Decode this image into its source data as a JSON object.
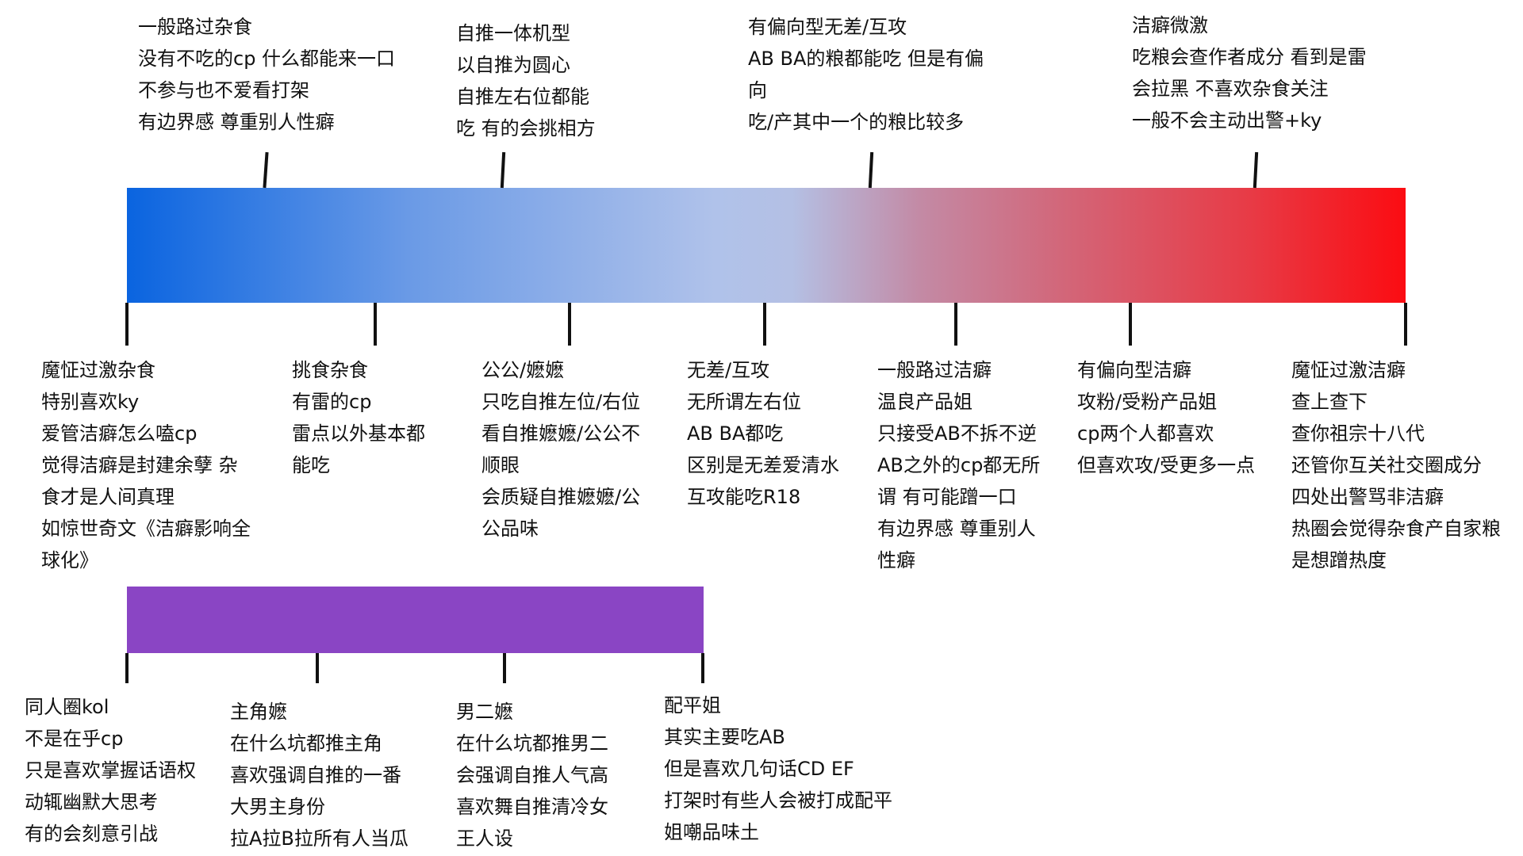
{
  "top_labels": [
    {
      "lines": [
        "一般路过杂食",
        "没有不吃的cp 什么都能来一口",
        "不参与也不爱看打架",
        "有边界感 尊重别人性癖"
      ]
    },
    {
      "lines": [
        "自推一体机型",
        "以自推为圆心",
        "自推左右位都能",
        "吃  有的会挑相方"
      ]
    },
    {
      "lines": [
        "有偏向型无差/互攻",
        "AB BA的粮都能吃  但是有偏",
        "向",
        "吃/产其中一个的粮比较多"
      ]
    },
    {
      "lines": [
        "洁癖微激",
        "吃粮会查作者成分 看到是雷",
        "会拉黑  不喜欢杂食关注",
        "一般不会主动出警+ky"
      ]
    }
  ],
  "bottom_labels": [
    {
      "lines": [
        "魔怔过激杂食",
        "特别喜欢ky",
        "爱管洁癖怎么嗑cp",
        "觉得洁癖是封建余孽 杂",
        "食才是人间真理",
        "如惊世奇文《洁癖影响全",
        "球化》"
      ]
    },
    {
      "lines": [
        "挑食杂食",
        "有雷的cp",
        "雷点以外基本都",
        "能吃"
      ]
    },
    {
      "lines": [
        "公公/嬷嬷",
        "只吃自推左位/右位",
        "看自推嬷嬷/公公不",
        "顺眼",
        "会质疑自推嬷嬷/公",
        "公品味"
      ]
    },
    {
      "lines": [
        "无差/互攻",
        "无所谓左右位",
        "AB BA都吃",
        "区别是无差爱清水",
        "互攻能吃R18"
      ]
    },
    {
      "lines": [
        "一般路过洁癖",
        "温良产品姐",
        "只接受AB不拆不逆",
        "AB之外的cp都无所",
        "谓 有可能蹭一口",
        "有边界感 尊重别人",
        "性癖"
      ]
    },
    {
      "lines": [
        "有偏向型洁癖",
        "攻粉/受粉产品姐",
        "cp两个人都喜欢",
        "但喜欢攻/受更多一点"
      ]
    },
    {
      "lines": [
        "魔怔过激洁癖",
        "查上查下",
        "查你祖宗十八代",
        "还管你互关社交圈成分",
        "四处出警骂非洁癖",
        "热圈会觉得杂食产自家粮",
        "是想蹭热度"
      ]
    }
  ],
  "purple_labels": [
    {
      "lines": [
        "同人圈kol",
        "不是在乎cp",
        "只是喜欢掌握话语权",
        "动辄幽默大思考",
        "有的会刻意引战"
      ]
    },
    {
      "lines": [
        "主角嬷",
        "在什么坑都推主角",
        "喜欢强调自推的一番",
        "大男主身份",
        "拉A拉B拉所有人当瓜"
      ]
    },
    {
      "lines": [
        "男二嬷",
        "在什么坑都推男二",
        "会强调自推人气高",
        "喜欢舞自推清冷女",
        "王人设"
      ]
    },
    {
      "lines": [
        "配平姐",
        "其实主要吃AB",
        "但是喜欢几句话CD EF",
        "打架时有些人会被打成配平",
        "姐嘲品味土"
      ]
    }
  ],
  "colors": {
    "spectrum_left": "#0a64e0",
    "spectrum_mid": "#b0c2ea",
    "spectrum_right": "#fb0c12",
    "purple": "#8a45c4"
  }
}
